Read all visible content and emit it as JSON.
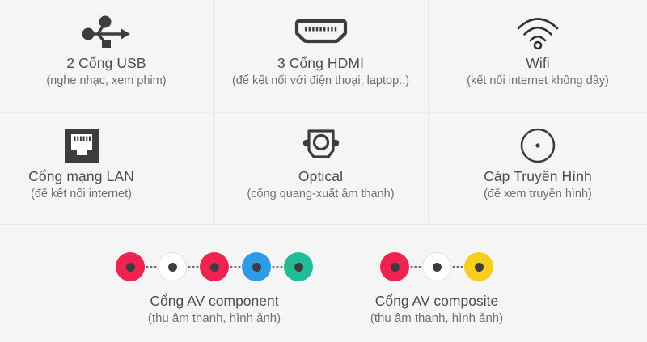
{
  "page": {
    "background_color": "#f5f5f5",
    "text_color": "#4d4d4d",
    "subtext_color": "#6f6f6f"
  },
  "features": [
    {
      "icon": "usb-icon",
      "title": "2 Cổng USB",
      "subtitle": "(nghe nhạc, xem phim)"
    },
    {
      "icon": "hdmi-port-icon",
      "title": "3 Cổng HDMI",
      "subtitle": "(để kết nối với điện thoại, laptop..)"
    },
    {
      "icon": "wifi-icon",
      "title": "Wifi",
      "subtitle": "(kết nối internet không dây)"
    },
    {
      "icon": "lan-port-icon",
      "title": "Cổng mạng LAN",
      "subtitle": "(để kết nối internet)"
    },
    {
      "icon": "optical-audio-icon",
      "title": "Optical",
      "subtitle": "(cổng quang-xuất âm thanh)"
    },
    {
      "icon": "coaxial-antenna-icon",
      "title": "Cáp Truyền Hình",
      "subtitle": "(để xem truyền hình)"
    }
  ],
  "av_groups": [
    {
      "name": "av-component",
      "title": "Cổng AV component",
      "subtitle": "(thu âm thanh, hình ảnh)",
      "connectors": [
        {
          "color": "#ee2352",
          "label": "red-connector"
        },
        {
          "color": "#ffffff",
          "label": "white-connector"
        },
        {
          "color": "#ee2352",
          "label": "red-connector"
        },
        {
          "color": "#2d9be8",
          "label": "blue-connector"
        },
        {
          "color": "#22bc98",
          "label": "green-connector"
        }
      ]
    },
    {
      "name": "av-composite",
      "title": "Cổng AV composite",
      "subtitle": "(thu âm thanh, hình ảnh)",
      "connectors": [
        {
          "color": "#ee2352",
          "label": "red-connector"
        },
        {
          "color": "#ffffff",
          "label": "white-connector"
        },
        {
          "color": "#f5ce1e",
          "label": "yellow-connector"
        }
      ]
    }
  ],
  "colors": {
    "icon_dark": "#3d3d3d",
    "divider": "#e6e6e6",
    "red": "#ee2352",
    "white": "#ffffff",
    "blue": "#2d9be8",
    "green": "#22bc98",
    "yellow": "#f5ce1e"
  }
}
